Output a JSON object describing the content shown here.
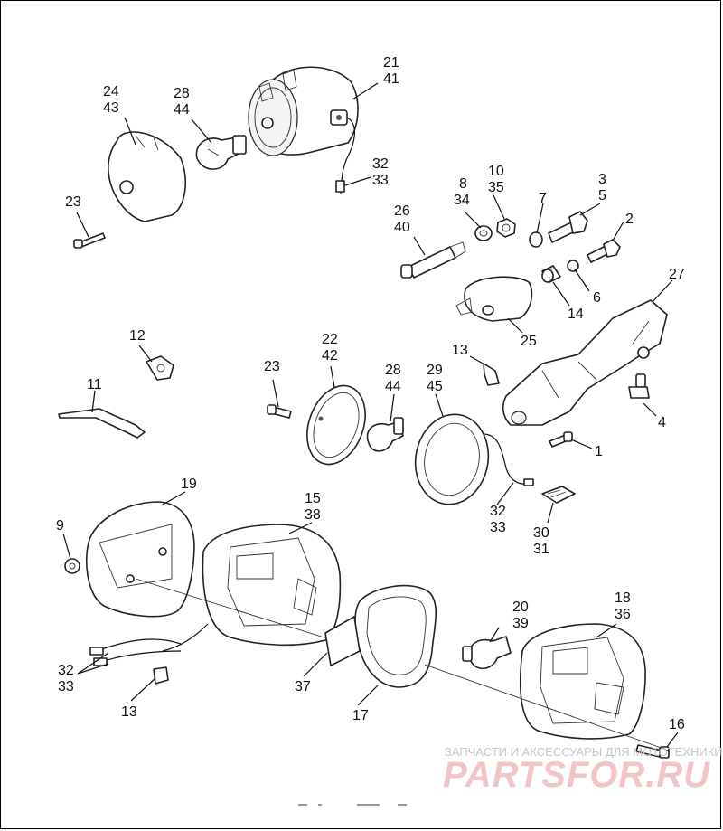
{
  "diagram": {
    "callouts": [
      {
        "id": "c-21-41",
        "l1": "21",
        "l2": "41"
      },
      {
        "id": "c-24-43",
        "l1": "24",
        "l2": "43"
      },
      {
        "id": "c-28-44-top",
        "l1": "28",
        "l2": "44"
      },
      {
        "id": "c-32-33-top",
        "l1": "32",
        "l2": "33"
      },
      {
        "id": "c-23-top",
        "l1": "23",
        "l2": ""
      },
      {
        "id": "c-8-34",
        "l1": "8",
        "l2": "34"
      },
      {
        "id": "c-10-35",
        "l1": "10",
        "l2": "35"
      },
      {
        "id": "c-7",
        "l1": "7",
        "l2": ""
      },
      {
        "id": "c-3-5",
        "l1": "3",
        "l2": "5"
      },
      {
        "id": "c-2",
        "l1": "2",
        "l2": ""
      },
      {
        "id": "c-26-40",
        "l1": "26",
        "l2": "40"
      },
      {
        "id": "c-27",
        "l1": "27",
        "l2": ""
      },
      {
        "id": "c-6",
        "l1": "6",
        "l2": ""
      },
      {
        "id": "c-14",
        "l1": "14",
        "l2": ""
      },
      {
        "id": "c-25",
        "l1": "25",
        "l2": ""
      },
      {
        "id": "c-12",
        "l1": "12",
        "l2": ""
      },
      {
        "id": "c-11",
        "l1": "11",
        "l2": ""
      },
      {
        "id": "c-22-42",
        "l1": "22",
        "l2": "42"
      },
      {
        "id": "c-23-mid",
        "l1": "23",
        "l2": ""
      },
      {
        "id": "c-28-44-mid",
        "l1": "28",
        "l2": "44"
      },
      {
        "id": "c-29-45",
        "l1": "29",
        "l2": "45"
      },
      {
        "id": "c-13-mid",
        "l1": "13",
        "l2": ""
      },
      {
        "id": "c-4",
        "l1": "4",
        "l2": ""
      },
      {
        "id": "c-1",
        "l1": "1",
        "l2": ""
      },
      {
        "id": "c-32-33-mid",
        "l1": "32",
        "l2": "33"
      },
      {
        "id": "c-30-31",
        "l1": "30",
        "l2": "31"
      },
      {
        "id": "c-19",
        "l1": "19",
        "l2": ""
      },
      {
        "id": "c-15-38",
        "l1": "15",
        "l2": "38"
      },
      {
        "id": "c-9",
        "l1": "9",
        "l2": ""
      },
      {
        "id": "c-20-39",
        "l1": "20",
        "l2": "39"
      },
      {
        "id": "c-18-36",
        "l1": "18",
        "l2": "36"
      },
      {
        "id": "c-32-33-bot",
        "l1": "32",
        "l2": "33"
      },
      {
        "id": "c-37",
        "l1": "37",
        "l2": ""
      },
      {
        "id": "c-17",
        "l1": "17",
        "l2": ""
      },
      {
        "id": "c-13-bot",
        "l1": "13",
        "l2": ""
      },
      {
        "id": "c-16",
        "l1": "16",
        "l2": ""
      }
    ]
  },
  "watermark": {
    "line1": "ЗАПЧАСТИ И АКСЕССУАРЫ ДЛЯ МОТОТЕХНИКИ",
    "line2": "PARTSFOR.RU",
    "color": "#e58a90"
  }
}
